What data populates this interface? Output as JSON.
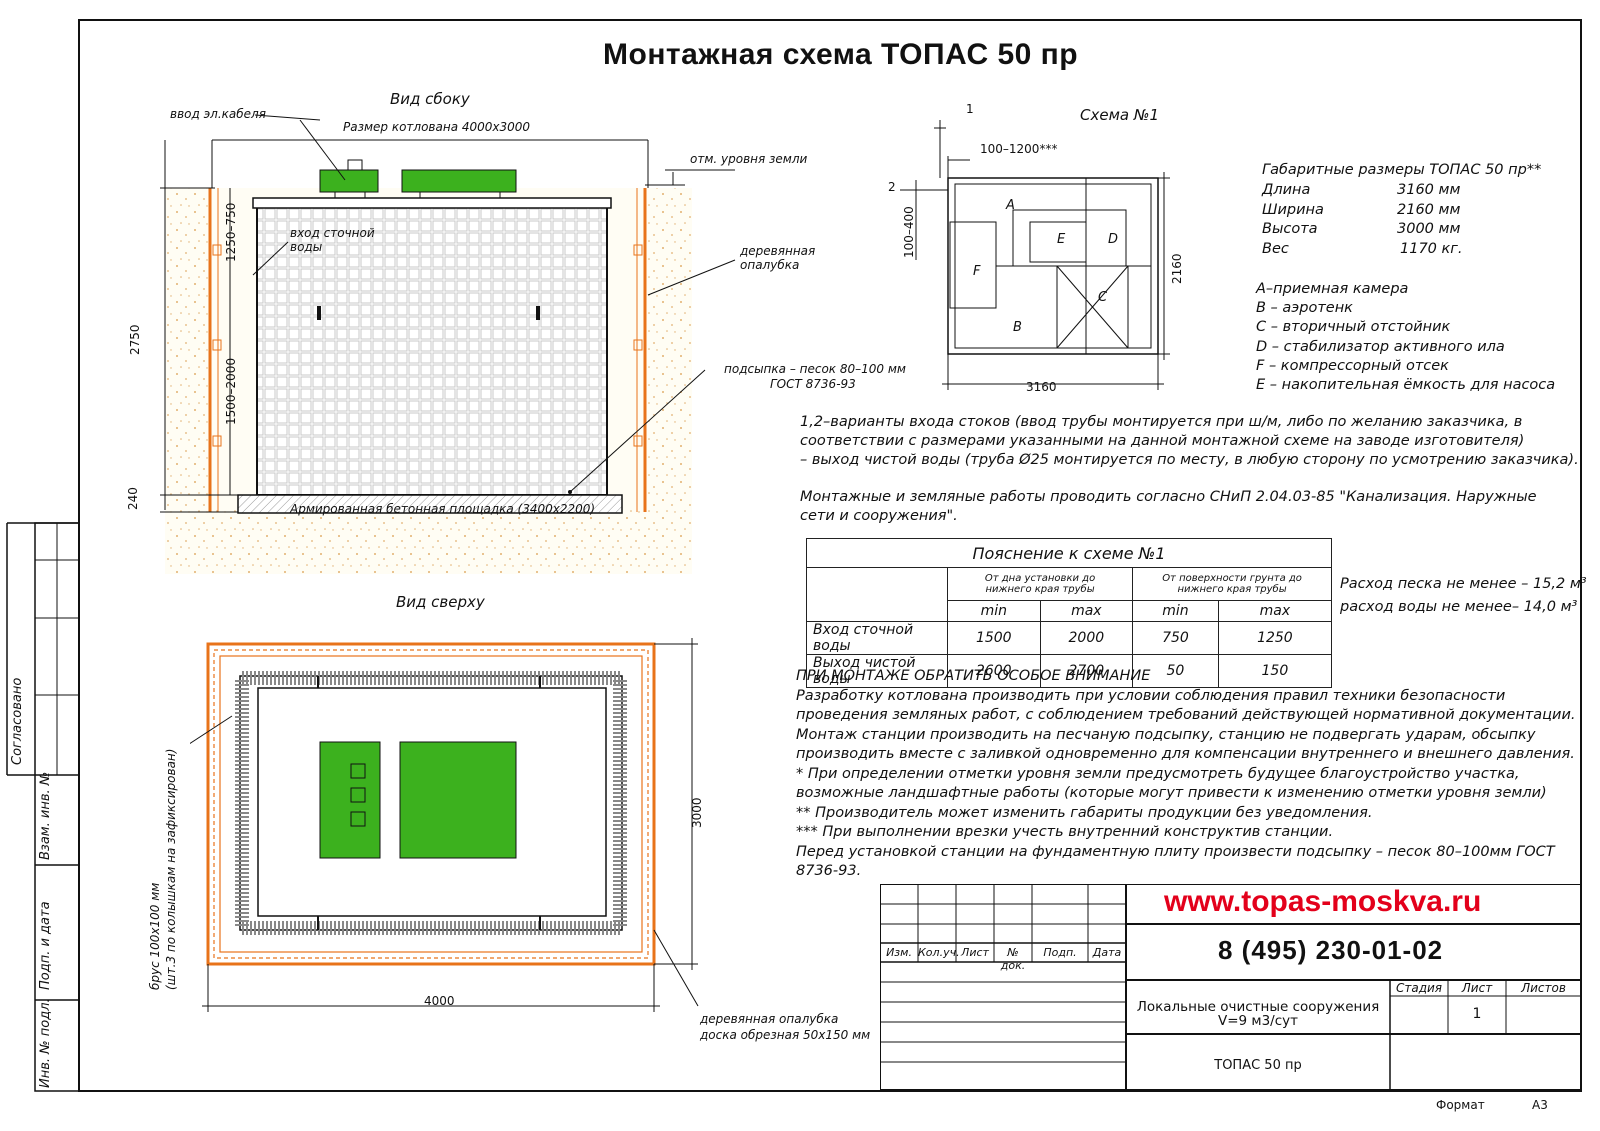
{
  "title": "Монтажная схема ТОПАС 50 пр",
  "side_view": {
    "heading": "Вид сбоку",
    "cable_entry": "ввод эл.кабеля",
    "pit_size": "Размер котлована 4000x3000",
    "ground_level": "отм. уровня земли",
    "sewage_inlet": "вход сточной воды",
    "wood_formwork": "деревянная опалубка",
    "sand_bedding_1": "подсыпка – песок 80–100 мм",
    "sand_bedding_2": "ГОСТ 8736-93",
    "concrete_slab": "Армированная бетонная площадка (3400x2200)",
    "dim_2750": "2750",
    "dim_1250_750": "1250–750",
    "dim_1500_2000": "1500–2000",
    "dim_240": "240"
  },
  "top_view": {
    "heading": "Вид сверху",
    "beam_note_1": "брус 100x100 мм",
    "beam_note_2": "(шт.3 по колышкам на зафиксирован)",
    "dim_3000": "3000",
    "dim_4000": "4000",
    "formwork_1": "деревянная опалубка",
    "formwork_2": "доска обрезная 50x150 мм"
  },
  "scheme": {
    "heading": "Схема №1",
    "label_1": "1",
    "label_2": "2",
    "dim_100_1200": "100–1200***",
    "dim_100_400": "100–400",
    "dim_2160": "2160",
    "dim_3160": "3160",
    "zone_a": "A",
    "zone_b": "B",
    "zone_c": "C",
    "zone_d": "D",
    "zone_e": "E",
    "zone_f": "F"
  },
  "dimensions": {
    "heading": "Габаритные размеры ТОПАС 50 пр**",
    "rows": [
      {
        "label": "Длина",
        "value": "3160 мм"
      },
      {
        "label": "Ширина",
        "value": "2160 мм"
      },
      {
        "label": "Высота",
        "value": "3000 мм"
      },
      {
        "label": "Вес",
        "value": "1170 кг."
      }
    ]
  },
  "legend": [
    "A–приемная  камера",
    "B – аэротенк",
    "C – вторичный отстойник",
    "D – стабилизатор активного  ила",
    "F  – компрессорный отсек",
    "E – накопительная ёмкость для насоса"
  ],
  "notes_inlet": [
    "1,2–варианты входа  стоков (ввод трубы монтируется при ш/м, либо по желанию заказчика, в",
    "соответствии с размерами указанными на данной монтажной схеме на заводе изготовителя)",
    "– выход чистой воды (труба Ø25 монтируется по месту, в любую сторону по усмотрению заказчика)."
  ],
  "notes_snip": [
    "Монтажные и земляные работы проводить согласно СНиП 2.04.03-85 \"Канализация. Наружные",
    "сети и сооружения\"."
  ],
  "table": {
    "caption": "Пояснение к схеме №1",
    "group1": "От дна установки до нижнего края трубы",
    "group2": "От поверхности грунта до нижнего края трубы",
    "min": "min",
    "max": "max",
    "rows": [
      {
        "label": "Вход сточной воды",
        "v": [
          "1500",
          "2000",
          "750",
          "1250"
        ]
      },
      {
        "label": "Выход чистой воды",
        "v": [
          "2600",
          "2700",
          "50",
          "150"
        ]
      }
    ]
  },
  "consumption": {
    "sand": "Расход песка не менее – 15,2 м³",
    "water": "расход воды не менее– 14,0 м³"
  },
  "attention": {
    "heading": "ПРИ МОНТАЖЕ ОБРАТИТЬ ОСОБОЕ ВНИМАНИЕ",
    "lines": [
      "       Разработку котлована производить при условии соблюдения правил техники безопасности",
      "проведения земляных работ, с соблюдением требований действующей нормативной документации.",
      "Монтаж станции производить на песчаную подсыпку, станцию не подвергать ударам, обсыпку",
      "производить вместе с заливкой одновременно для компенсации внутреннего и внешнего давления.",
      "    * При определении отметки уровня земли предусмотреть будущее благоустройство участка,",
      "возможные ландшафтные работы (которые могут привести к изменению отметки уровня земли)",
      "** Производитель может изменить габариты продукции без уведомления.",
      "*** При выполнении врезки учесть внутренний конструктив станции.",
      "Перед установкой станции на фундаментную плиту произвести подсыпку – песок 80–100мм ГОСТ",
      "8736-93."
    ]
  },
  "stamp": {
    "url": "www.topas-moskva.ru",
    "phone": "8 (495) 230-01-02",
    "cols": [
      "Изм.",
      "Кол.уч.",
      "Лист",
      "№ док.",
      "Подп.",
      "Дата"
    ],
    "stage": "Стадия",
    "sheet": "Лист",
    "sheets": "Листов",
    "sheet_no": "1",
    "desc_1": "Локальные очистные сооружения",
    "desc_2": "V=9 м3/сут",
    "product": "ТОПАС 50 пр",
    "format_label": "Формат",
    "format_value": "А3"
  },
  "left_strip": {
    "agreed": "Согласовано",
    "inv_repl": "Взам. инв. №",
    "sign_date": "Подп. и дата",
    "inv_orig": "Инв. № подл."
  },
  "colors": {
    "station_green": "#3cb11e",
    "formwork_orange": "#e8731a",
    "url_red": "#e3001b"
  }
}
